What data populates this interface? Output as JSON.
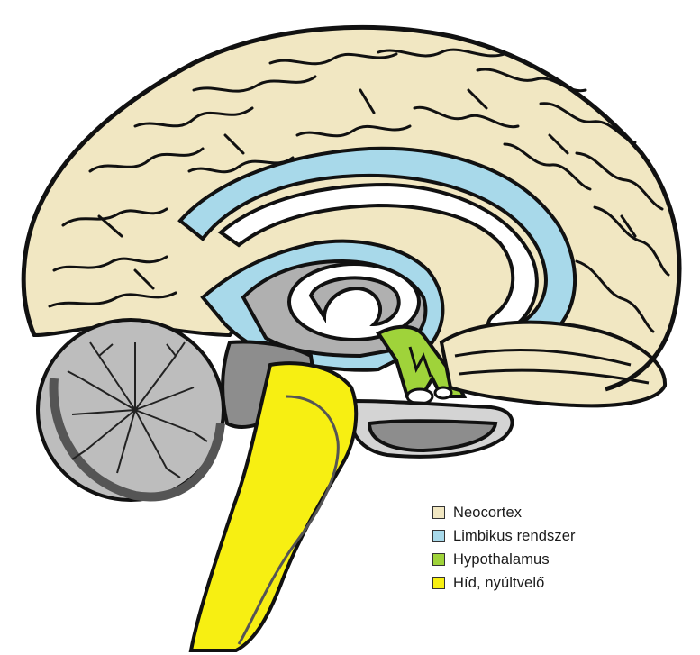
{
  "legend": [
    {
      "label": "Neocortex",
      "color": "#f1e7c2"
    },
    {
      "label": "Limbikus rendszer",
      "color": "#a8d9ea"
    },
    {
      "label": "Hypothalamus",
      "color": "#9fd33a"
    },
    {
      "label": "Híd, nyúltvelő",
      "color": "#f7ef12"
    }
  ],
  "colors": {
    "outline": "#111111",
    "neocortex": "#f1e7c2",
    "limbic": "#a8d9ea",
    "hypothalamus": "#9fd33a",
    "brainstem": "#f7ef12",
    "cerebellum": "#bdbdbd",
    "grey_dark": "#8d8d8d",
    "grey_mid": "#b0b0b0",
    "grey_light": "#d4d4d4"
  }
}
